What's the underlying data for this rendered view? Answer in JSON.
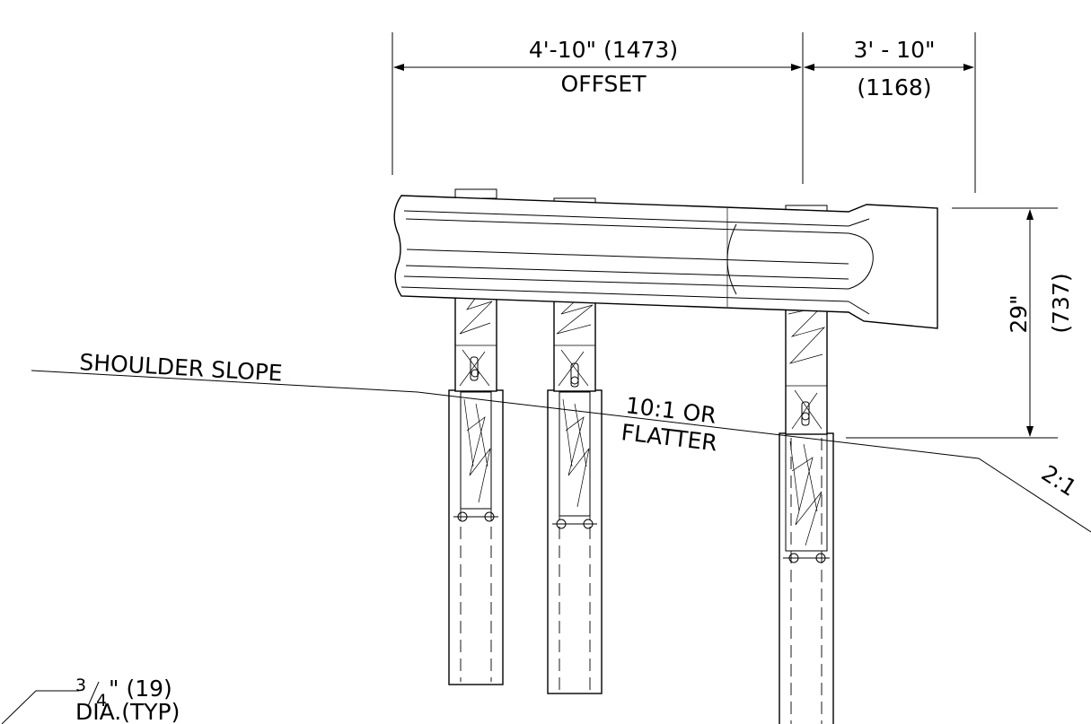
{
  "dimensions": {
    "offset_value": "4'-10\" (1473)",
    "offset_label": "OFFSET",
    "right_value": "3' - 10\"",
    "right_metric": "(1168)",
    "height_value": "29\"",
    "height_metric": "(737)"
  },
  "slope": {
    "shoulder_label": "SHOULDER  SLOPE",
    "ratio_line1": "10:1  OR",
    "ratio_line2": "FLATTER",
    "steep_ratio": "2:1"
  },
  "bolt_note": {
    "numerator": "3",
    "denominator": "4",
    "size_suffix": "\" (19)",
    "dia_label": "DIA.(TYP)"
  }
}
